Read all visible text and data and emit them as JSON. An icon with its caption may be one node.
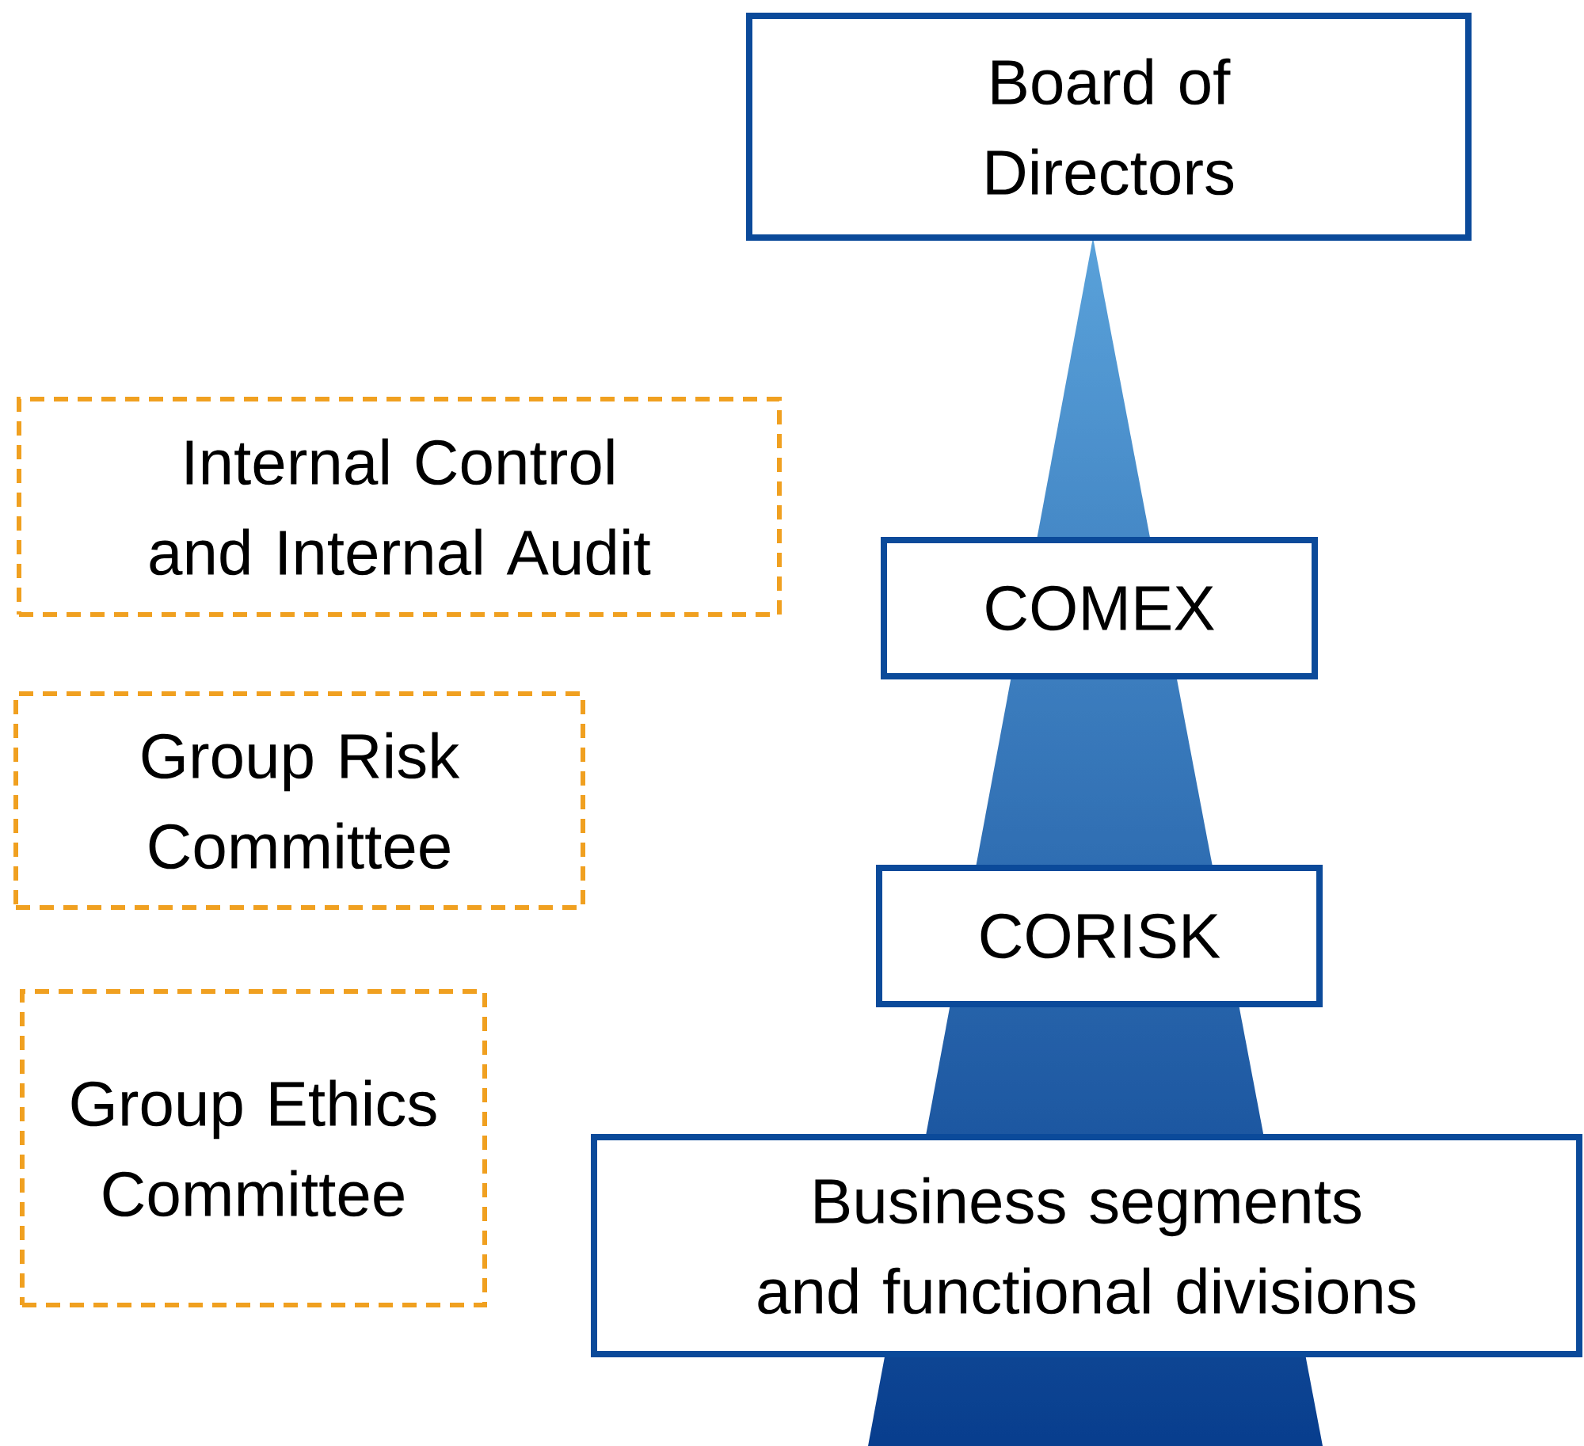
{
  "diagram": {
    "nodes": [
      {
        "text": [
          "Board of Directors"
        ]
      },
      {
        "text": [
          "Internal Control and Internal Audit"
        ]
      },
      {
        "text": [
          "COMEX"
        ]
      },
      {
        "text": [
          "Group Risk Committee"
        ]
      },
      {
        "text": [
          "CORISK"
        ]
      },
      {
        "text": [
          "Group Ethics Committee"
        ]
      },
      {
        "text": [
          "Business segments and functional divisions"
        ]
      }
    ]
  }
}
